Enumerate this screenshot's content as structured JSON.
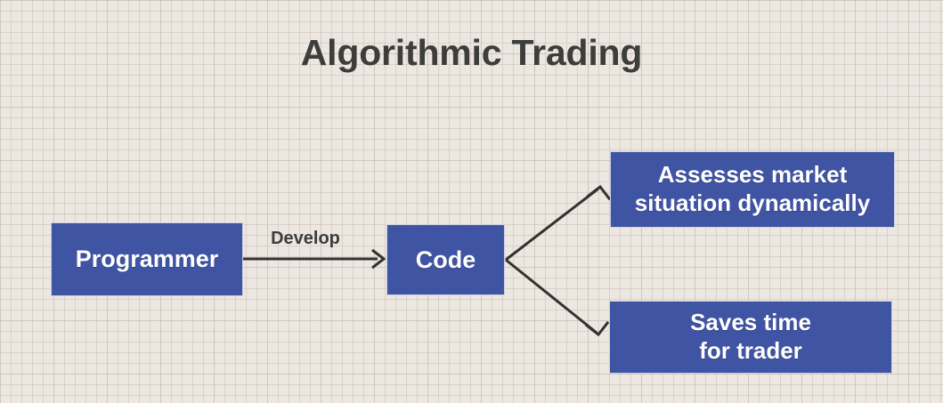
{
  "diagram": {
    "title": "Algorithmic Trading",
    "background_color": "#ece7e1",
    "node_color": "#4054a4",
    "node_text_color": "#ffffff",
    "title_color": "#3d3d3b",
    "edge_color": "#33332e",
    "nodes": [
      {
        "id": "programmer",
        "label": "Programmer"
      },
      {
        "id": "code",
        "label": "Code"
      },
      {
        "id": "assesses",
        "label_line1": "Assesses market",
        "label_line2": "situation dynamically"
      },
      {
        "id": "saves",
        "label_line1": "Saves time",
        "label_line2": "for trader"
      }
    ],
    "edges": [
      {
        "id": "develop",
        "from": "programmer",
        "to": "code",
        "label": "Develop"
      },
      {
        "id": "code-to-assesses",
        "from": "code",
        "to": "assesses",
        "label": ""
      },
      {
        "id": "code-to-saves",
        "from": "code",
        "to": "saves",
        "label": ""
      }
    ]
  }
}
